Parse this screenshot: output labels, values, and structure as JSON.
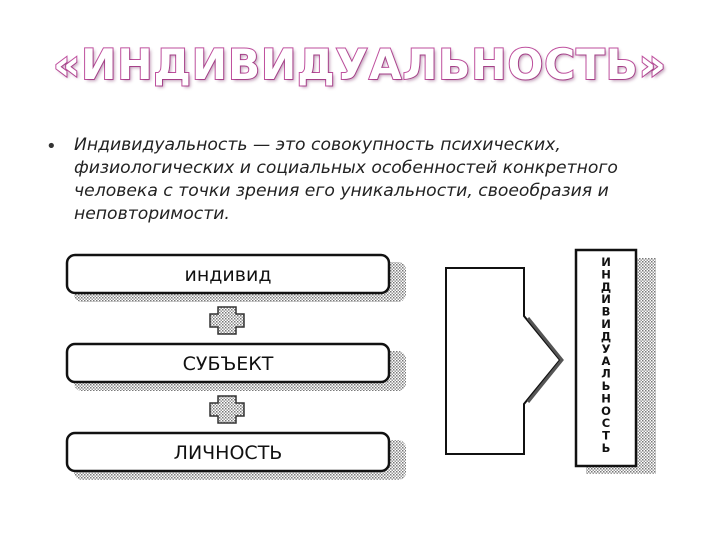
{
  "title": "«ИНДИВИДУАЛЬНОСТЬ»",
  "definition": {
    "bullet": "•",
    "text": "Индивидуальность — это совокупность психических, физиологических и социальных особенностей конкретного человека с точки зрения его уникальности, своеобразия и неповторимости."
  },
  "diagram": {
    "boxes": [
      {
        "label": "индивид"
      },
      {
        "label": "СУБЪЕКТ"
      },
      {
        "label": "ЛИЧНОСТЬ"
      }
    ],
    "result_letters": [
      "И",
      "Н",
      "Д",
      "И",
      "В",
      "И",
      "Д",
      "У",
      "А",
      "Л",
      "Ь",
      "Н",
      "О",
      "С",
      "Т",
      "Ь"
    ]
  }
}
